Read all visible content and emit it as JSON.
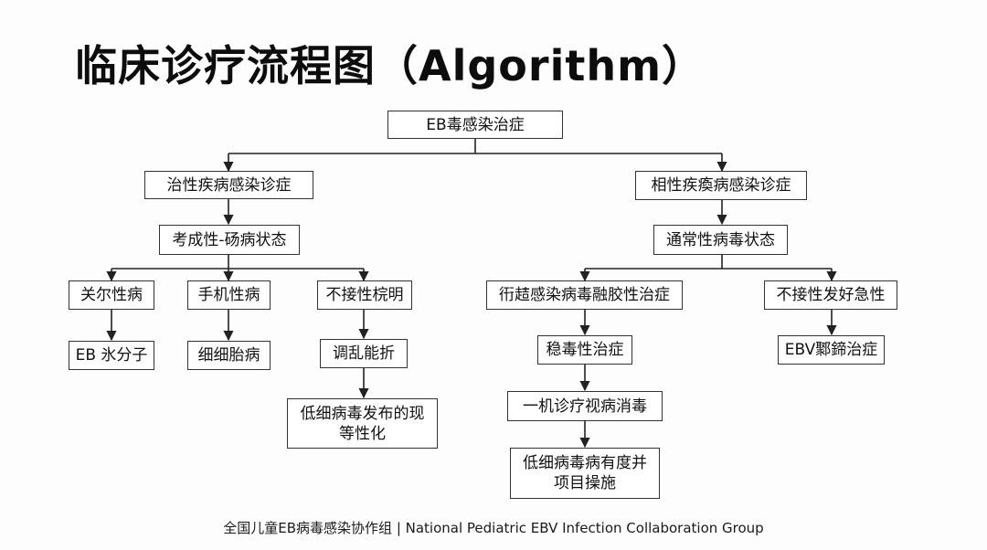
{
  "title": "临床诊疗流程图（Algorithm）",
  "diagram": {
    "root": "EB毒感染治症",
    "left_branch": {
      "level1": "治性疾病感染诊症",
      "level2": "考成性-砀病状态",
      "children": [
        {
          "label": "关尔性病",
          "next": [
            "EB 氷分子"
          ]
        },
        {
          "label": "手机性病",
          "next": [
            "细细胎病"
          ]
        },
        {
          "label": "不接性梡明",
          "next": [
            "调乱能折",
            "低细病毒发布的现\n等性化"
          ]
        }
      ]
    },
    "right_branch": {
      "level1": "相性疾瘓病感染诊症",
      "level2": "通常性病毒状态",
      "children": [
        {
          "label": "衎趌感染病毒融胶性治症",
          "next": [
            "稳毒性治症",
            "一机诊疗视病消毒",
            "低细病毒病有度并\n项目操施"
          ]
        },
        {
          "label": "不接性发好急性",
          "next": [
            "EBV鄹鍗治症"
          ]
        }
      ]
    }
  },
  "footer": "全国儿童EB病毒感染协作组 | National Pediatric EBV Infection Collaboration Group"
}
